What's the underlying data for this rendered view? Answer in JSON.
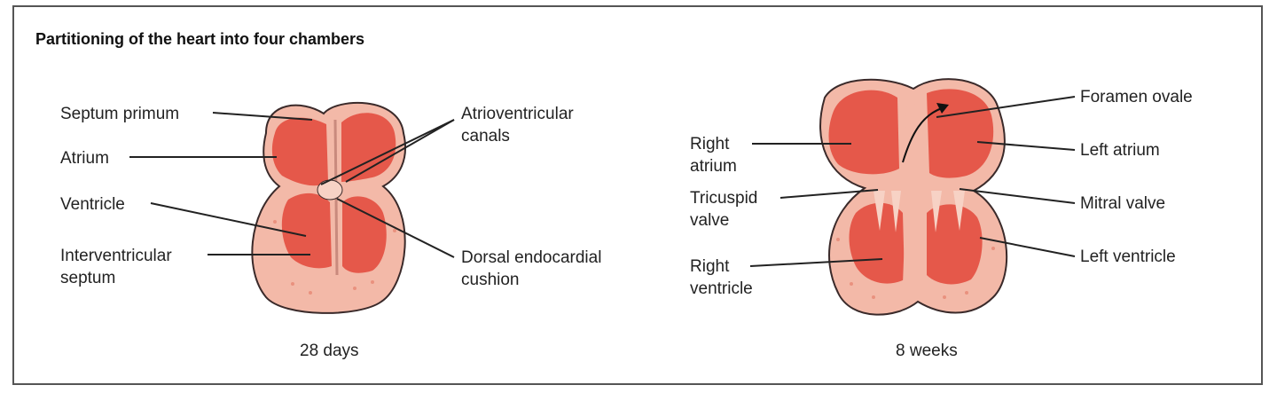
{
  "title": "Partitioning of the heart into four chambers",
  "left_panel": {
    "caption": "28 days",
    "labels": {
      "septum_primum": "Septum primum",
      "atrium": "Atrium",
      "ventricle": "Ventricle",
      "interventricular_septum": [
        "Interventricular",
        "septum"
      ],
      "av_canals": [
        "Atrioventricular",
        "canals"
      ],
      "dorsal_cushion": [
        "Dorsal endocardial",
        "cushion"
      ]
    }
  },
  "right_panel": {
    "caption": "8 weeks",
    "labels": {
      "right_atrium": [
        "Right",
        "atrium"
      ],
      "tricuspid_valve": [
        "Tricuspid",
        "valve"
      ],
      "right_ventricle": [
        "Right",
        "ventricle"
      ],
      "foramen_ovale": "Foramen ovale",
      "left_atrium": "Left atrium",
      "mitral_valve": "Mitral valve",
      "left_ventricle": "Left ventricle"
    }
  },
  "colors": {
    "tissue": "#f3b9a8",
    "chamber": "#e5584a",
    "outline": "#3a2a2a",
    "line": "#222222"
  }
}
